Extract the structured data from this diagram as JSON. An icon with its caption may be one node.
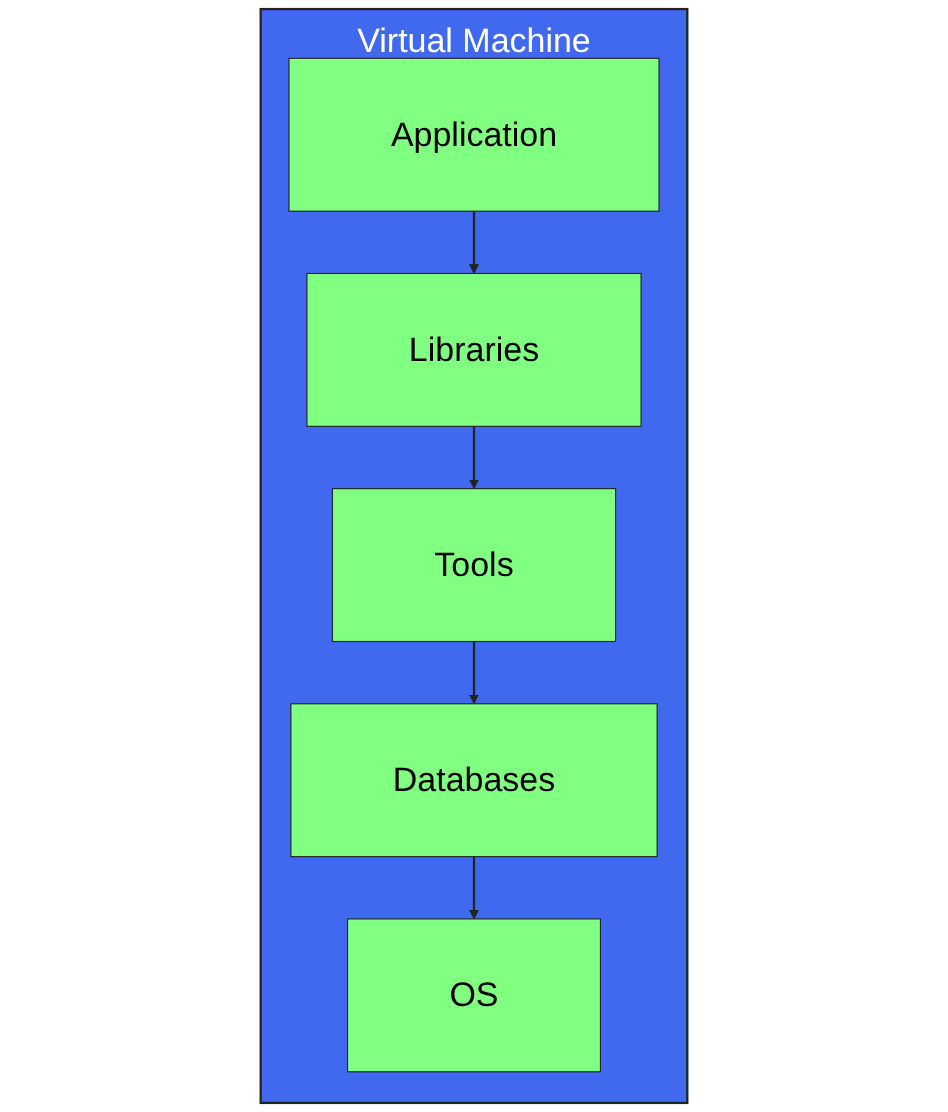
{
  "diagram": {
    "nodes": [
      {
        "text": [
          "Virtual Machine"
        ]
      },
      {
        "text": [
          "Application"
        ],
        "in": 0
      },
      {
        "text": [
          "Libraries"
        ],
        "in": 0
      },
      {
        "text": [
          "Tools"
        ],
        "in": 0
      },
      {
        "text": [
          "Databases"
        ],
        "in": 0
      },
      {
        "text": [
          "OS"
        ],
        "in": 0
      }
    ],
    "edges": [
      {
        "from": 1,
        "to": 2,
        "arrow": "to"
      },
      {
        "from": 2,
        "to": 3,
        "arrow": "to"
      },
      {
        "from": 3,
        "to": 4,
        "arrow": "to"
      },
      {
        "from": 4,
        "to": 5,
        "arrow": "to"
      }
    ]
  }
}
